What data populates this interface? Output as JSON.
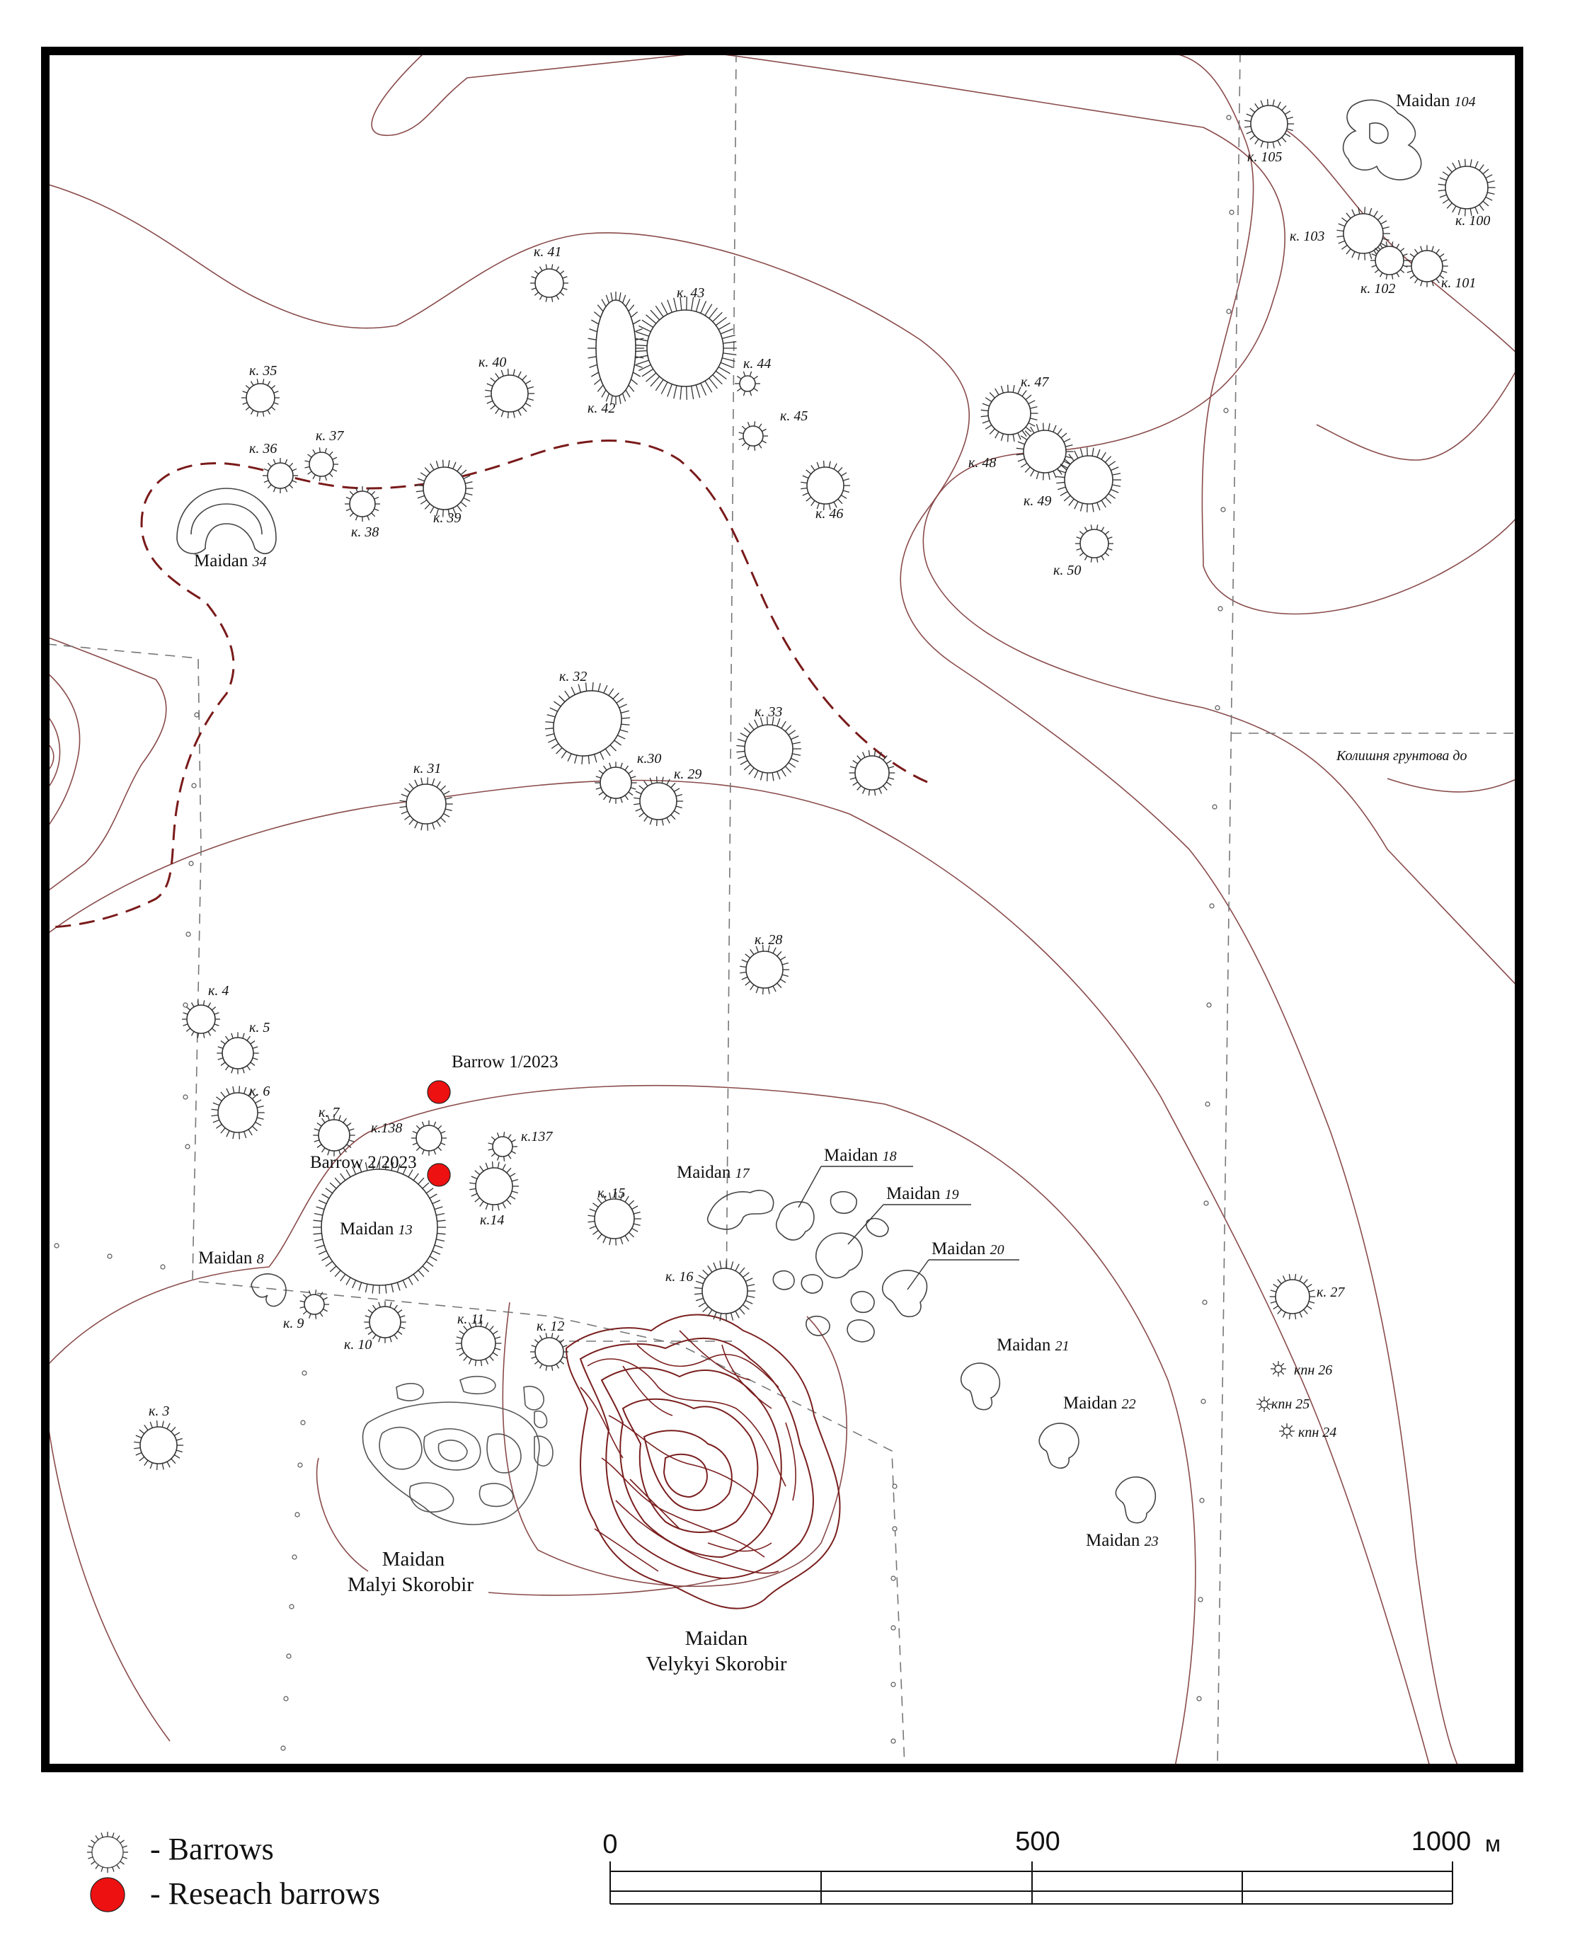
{
  "map": {
    "barrows": [
      {
        "label": "к. 105"
      },
      {
        "label": "к. 100"
      },
      {
        "label": "к. 103"
      },
      {
        "label": "к. 102"
      },
      {
        "label": "к. 101"
      },
      {
        "label": "к. 41"
      },
      {
        "label": "к. 43"
      },
      {
        "label": "к. 42"
      },
      {
        "label": "к. 40"
      },
      {
        "label": "к. 44"
      },
      {
        "label": "к. 45"
      },
      {
        "label": "к. 35"
      },
      {
        "label": "к. 36"
      },
      {
        "label": "к. 37"
      },
      {
        "label": "к. 38"
      },
      {
        "label": "к. 39"
      },
      {
        "label": "к. 46"
      },
      {
        "label": "к. 47"
      },
      {
        "label": "к. 48"
      },
      {
        "label": "к. 49"
      },
      {
        "label": "к. 50"
      },
      {
        "label": "к. 32"
      },
      {
        "label": "к. 33"
      },
      {
        "label": "к.30"
      },
      {
        "label": "к. 29"
      },
      {
        "label": "к. 31"
      },
      {
        "label": "к. 28"
      },
      {
        "label": "к. 4"
      },
      {
        "label": "к. 5"
      },
      {
        "label": "к. 6"
      },
      {
        "label": "к. 7"
      },
      {
        "label": "к.138"
      },
      {
        "label": "к.137"
      },
      {
        "label": "к.14"
      },
      {
        "label": "к. 15"
      },
      {
        "label": "к. 16"
      },
      {
        "label": "к. 9"
      },
      {
        "label": "к. 10"
      },
      {
        "label": "к. 11"
      },
      {
        "label": "к. 12"
      },
      {
        "label": "к. 3"
      },
      {
        "label": "к. 27"
      },
      {
        "label": "кпн 26"
      },
      {
        "label": "кпн 25"
      },
      {
        "label": "кпн 24"
      },
      {
        "label": ""
      }
    ],
    "maidans": [
      {
        "name": "Maidan",
        "num": "104"
      },
      {
        "name": "Maidan",
        "num": "34"
      },
      {
        "name": "Maidan",
        "num": "13"
      },
      {
        "name": "Maidan",
        "num": "8"
      },
      {
        "name": "Maidan",
        "num": "17"
      },
      {
        "name": "Maidan",
        "num": "18"
      },
      {
        "name": "Maidan",
        "num": "19"
      },
      {
        "name": "Maidan",
        "num": "20"
      },
      {
        "name": "Maidan",
        "num": "21"
      },
      {
        "name": "Maidan",
        "num": "22"
      },
      {
        "name": "Maidan",
        "num": "23"
      }
    ],
    "large_sites": {
      "malyi_line1": "Maidan",
      "malyi_line2": "Malyi Skorobir",
      "velykyi_line1": "Maidan",
      "velykyi_line2": "Velykyi Skorobir"
    },
    "research_barrows": {
      "barrow1": "Barrow 1/2023",
      "barrow2": "Barrow 2/2023"
    },
    "road_label": "Колишня грунтова до",
    "colors": {
      "research": "#ee1111",
      "contour": "#8a4b4b",
      "dashed_boundary": "#7a1a1a",
      "velykyi_fill": "#7a1f1f",
      "frame": "#000000"
    }
  },
  "legend": {
    "barrows_label": "- Barrows",
    "research_label": "- Reseach barrows"
  },
  "scale": {
    "label_0": "0",
    "label_500": "500",
    "label_1000": "1000",
    "unit": "м"
  }
}
